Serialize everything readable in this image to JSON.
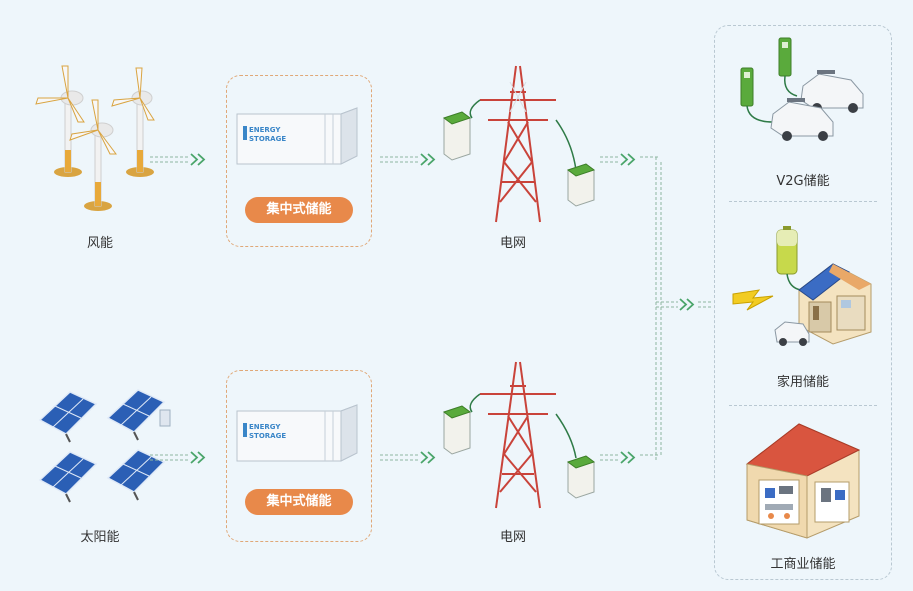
{
  "sources": {
    "wind_label": "风能",
    "solar_label": "太阳能"
  },
  "storage": {
    "top_label": "集中式储能",
    "bottom_label": "集中式储能",
    "container_text_line1": "ENERGY",
    "container_text_line2": "STORAGE"
  },
  "grid": {
    "top_label": "电网",
    "bottom_label": "电网"
  },
  "applications": {
    "v2g_label": "V2G储能",
    "home_label": "家用储能",
    "commercial_label": "工商业储能"
  },
  "colors": {
    "background": "#eef6fb",
    "accent_orange": "#e8894a",
    "arrow_green": "#4aa56a",
    "tower_red": "#c9433a",
    "charger_green": "#5aaa3c"
  }
}
